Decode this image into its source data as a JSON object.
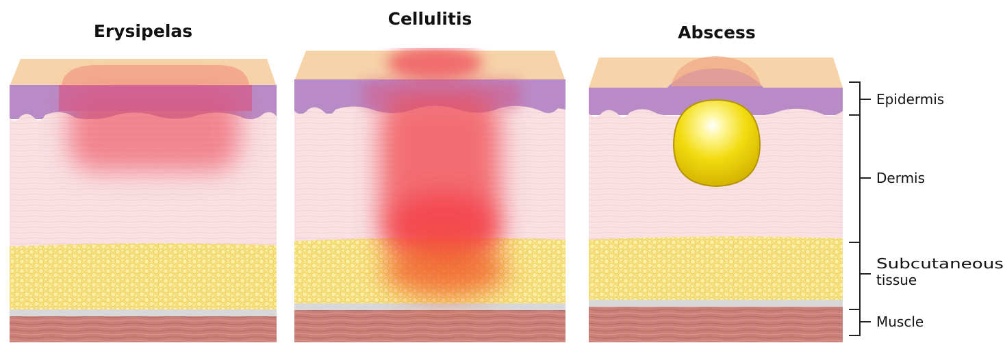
{
  "panels": [
    {
      "title": "Erysipelas"
    },
    {
      "title": "Cellulitis"
    },
    {
      "title": "Abscess"
    }
  ],
  "layers": {
    "epidermis": "Epidermis",
    "dermis": "Dermis",
    "subcutaneous_line1": "Subcutaneous",
    "subcutaneous_line2": "tissue",
    "muscle": "Muscle"
  },
  "colors": {
    "skin_surface": "#f6d2a6",
    "epidermis": "#b98bc6",
    "dermis": "#f7dde0",
    "subcutaneous_fat": "#f7e27a",
    "fascia": "#d9d9d9",
    "muscle": "#c97f78",
    "inflammation": "#f0505a",
    "pus": "#f2dd16"
  }
}
